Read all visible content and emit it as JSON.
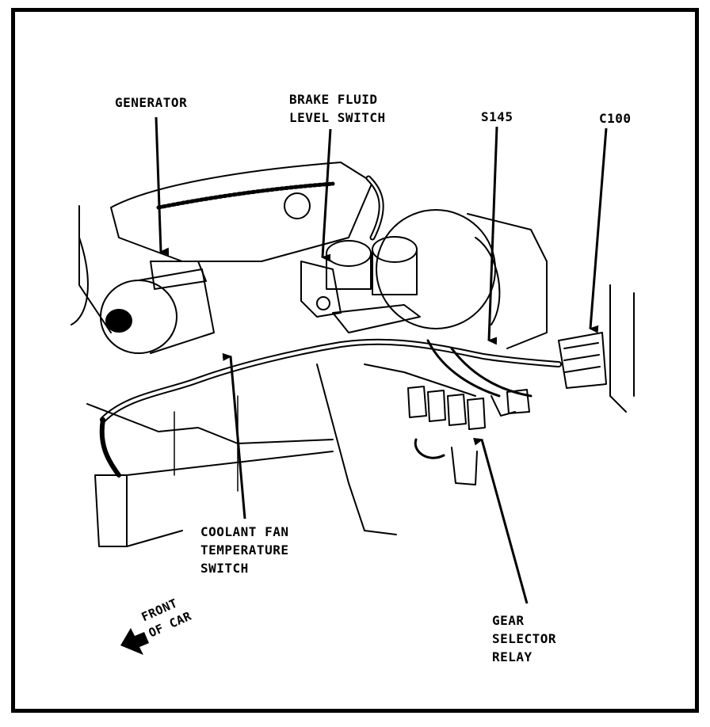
{
  "labels": {
    "generator": "GENERATOR",
    "brake_fluid": "BRAKE FLUID\nLEVEL SWITCH",
    "s145": "S145",
    "c100": "C100",
    "coolant_fan": "COOLANT FAN\nTEMPERATURE\nSWITCH",
    "gear_selector": "GEAR\nSELECTOR\nRELAY",
    "front_of_car": "FRONT\nOF CAR"
  },
  "colors": {
    "ink": "#000000",
    "paper": "#ffffff"
  }
}
